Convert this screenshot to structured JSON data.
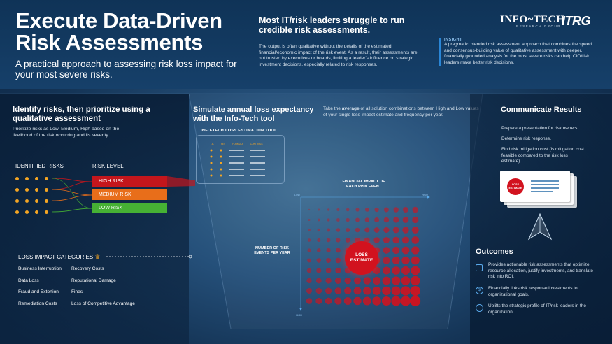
{
  "header": {
    "title": "Execute Data-Driven Risk Assessments",
    "subtitle": "A practical approach to assessing risk loss impact for your most severe risks.",
    "intro_heading": "Most IT/risk leaders struggle to run credible risk assessments.",
    "intro_text": "The output is often qualitative without the details of the estimated financial/economic impact of the risk event. As a result, their assessments are not trusted by executives or boards, limiting a leader's influence on strategic investment decisions, especially related to risk responses.",
    "logo_infotech": "INFO~TECH",
    "logo_infotech_sub": "RESEARCH GROUP",
    "logo_itrg": "ITRG",
    "insight_label": "INSIGHT",
    "insight_text": "A pragmatic, blended risk assessment approach that combines the speed and consensus-building value of qualitative assessment with deeper, financially grounded analysis for the most severe risks can help CIO/risk leaders make better risk decisions."
  },
  "identify": {
    "heading": "Identify risks, then prioritize using a qualitative assessment",
    "text": "Prioritize risks as Low, Medium, High based on the likelihood of the risk occurring and its severity.",
    "identified_label": "IDENTIFIED RISKS",
    "level_label": "RISK LEVEL",
    "levels": [
      "HIGH RISK",
      "MEDIUM RISK",
      "LOW RISK"
    ],
    "loss_heading": "LOSS IMPACT CATEGORIES",
    "loss_col1": [
      "Business Interruption",
      "Data Loss",
      "Fraud and Extortion",
      "Remediation Costs"
    ],
    "loss_col2": [
      "Recovery Costs",
      "Reputational Damage",
      "Fines",
      "Loss of Competitive Advantage"
    ]
  },
  "simulate": {
    "heading": "Simulate annual loss expectancy with the Info-Tech tool",
    "text_pre": "Take the ",
    "text_bold": "average",
    "text_post": " of all solution combinations between High and Low values of your single loss impact estimate and frequency per year.",
    "tool_title": "INFO-TECH LOSS ESTIMATION TOOL",
    "tool_headers": [
      "LIK",
      "SEV",
      "FORMULA",
      "CONTROLS"
    ],
    "financial_label": "FINANCIAL IMPACT OF EACH RISK EVENT",
    "axis_low": "LOW",
    "axis_high": "HIGH",
    "axis_high_y": "HIGH",
    "events_label": "NUMBER OF RISK EVENTS PER YEAR",
    "loss_estimate": "LOSS ESTIMATE"
  },
  "communicate": {
    "heading": "Communicate Results",
    "items": [
      "Prepare a presentation for risk owners.",
      "Determine risk response.",
      "Find risk mitigation cost (is mitigation cost feasible compared to the risk loss estimate)."
    ],
    "doc_badge": "LOSS ESTIMATE"
  },
  "outcomes": {
    "heading": "Outcomes",
    "items": [
      "Provides actionable risk assessments that optimize resource allocation, justify investments, and translate risk into ROI.",
      "Financially links risk response investments to organizational goals.",
      "Uplifts the strategic profile of IT/risk leaders in the organization."
    ]
  },
  "colors": {
    "high": "#c4161c",
    "medium": "#e86e1a",
    "low": "#46b134",
    "accent": "#f5a623",
    "loss": "#d2121e"
  }
}
